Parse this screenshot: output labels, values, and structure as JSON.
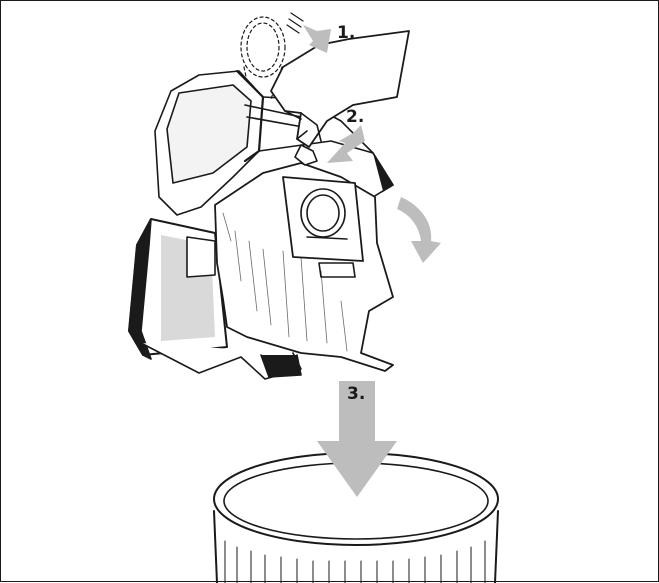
{
  "steps": [
    {
      "label": "1."
    },
    {
      "label": "2."
    },
    {
      "label": "3."
    }
  ],
  "colors": {
    "ink": "#1a1a1a",
    "arrow_gray": "#bdbdbd",
    "shade_gray": "#d9d9d9",
    "background": "#ffffff"
  }
}
